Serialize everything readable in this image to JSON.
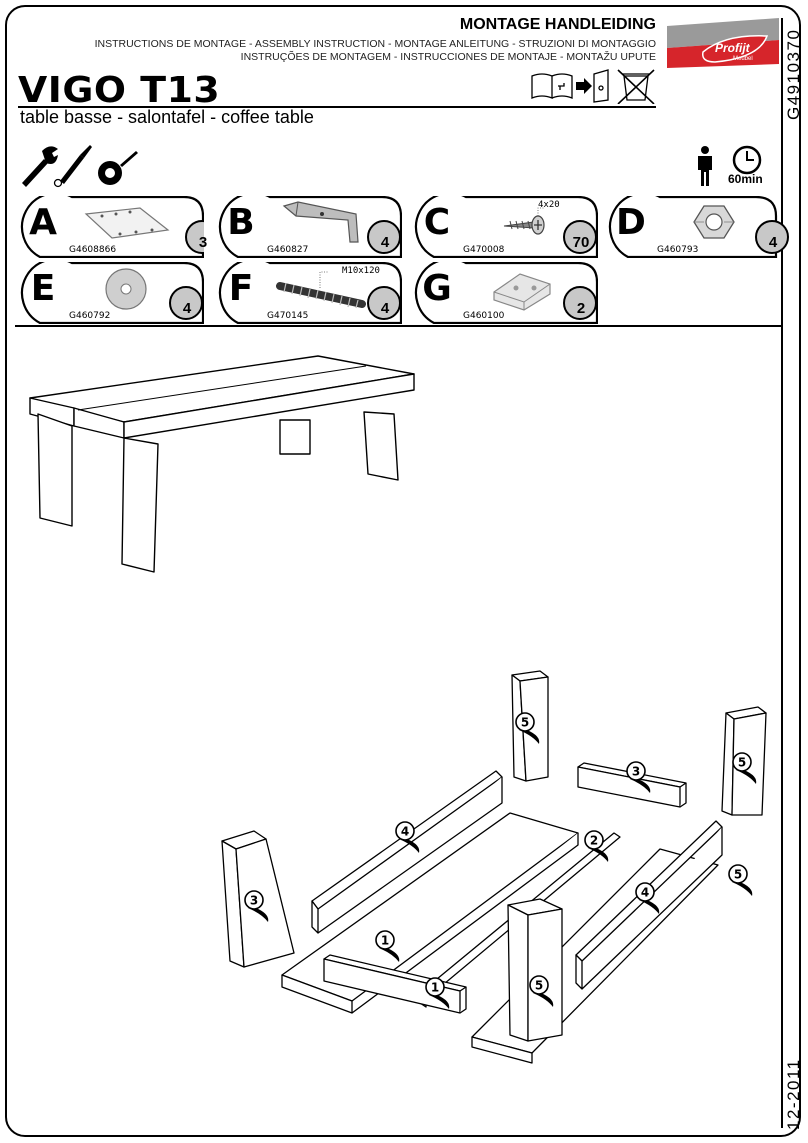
{
  "header": {
    "title": "MONTAGE HANDLEIDING",
    "lines": [
      "INSTRUCTIONS DE MONTAGE - ASSEMBLY INSTRUCTION - MONTAGE ANLEITUNG - STRUZIONI DI MONTAGGIO",
      "INSTRUÇÕES DE MONTAGEM - INSTRUCCIONES DE MONTAJE - MONTAŽU UPUTE"
    ]
  },
  "brand": {
    "name": "Profijt",
    "tagline": "Meubel",
    "colors": {
      "red": "#d6252b",
      "grey": "#9a9a9a"
    }
  },
  "product": {
    "name": "VIGO T13",
    "subtitle": "table basse - salontafel - coffee table"
  },
  "side": {
    "code": "G4910370",
    "date": "12-2011"
  },
  "requirements": {
    "time": "60min",
    "persons_icon": "person-icon",
    "time_icon": "clock-icon"
  },
  "tools_icons": [
    "wrench-icon",
    "screwdriver-icon",
    "tape-measure-icon"
  ],
  "parts": [
    {
      "letter": "A",
      "code": "G4608866",
      "qty": "3",
      "icon": "mounting-plate-icon"
    },
    {
      "letter": "B",
      "code": "G460827",
      "qty": "4",
      "icon": "angle-bracket-icon"
    },
    {
      "letter": "C",
      "code": "G470008",
      "qty": "70",
      "icon": "screw-icon",
      "dim": "4x20"
    },
    {
      "letter": "D",
      "code": "G460793",
      "qty": "4",
      "icon": "hex-nut-icon"
    },
    {
      "letter": "E",
      "code": "G460792",
      "qty": "4",
      "icon": "washer-icon"
    },
    {
      "letter": "F",
      "code": "G470145",
      "qty": "4",
      "icon": "threaded-rod-icon",
      "dim": "M10x120"
    },
    {
      "letter": "G",
      "code": "G460100",
      "qty": "2",
      "icon": "corner-block-icon"
    }
  ],
  "callouts": [
    "5",
    "3",
    "5",
    "4",
    "2",
    "1",
    "4",
    "5",
    "1",
    "3",
    "5"
  ]
}
